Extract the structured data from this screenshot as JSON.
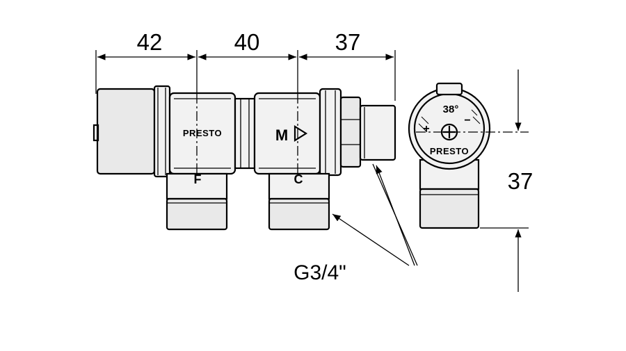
{
  "dimensions": {
    "top_a": "42",
    "top_b": "40",
    "top_c": "37",
    "side": "37"
  },
  "labels": {
    "brand_front": "PRESTO",
    "brand_side": "PRESTO",
    "port_left": "F",
    "port_right": "C",
    "mix_mark": "M",
    "temperature": "38°",
    "thread": "G3/4\""
  }
}
